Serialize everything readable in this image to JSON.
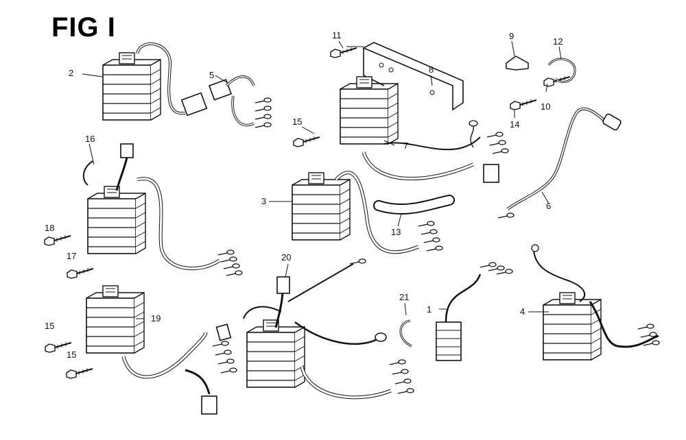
{
  "figure": {
    "title": "FIG I"
  },
  "callouts": [
    {
      "id": "c1",
      "label": "1"
    },
    {
      "id": "c2",
      "label": "2"
    },
    {
      "id": "c3",
      "label": "3"
    },
    {
      "id": "c4",
      "label": "4"
    },
    {
      "id": "c5",
      "label": "5"
    },
    {
      "id": "c6",
      "label": "6"
    },
    {
      "id": "c7",
      "label": "7"
    },
    {
      "id": "c8",
      "label": "8"
    },
    {
      "id": "c9",
      "label": "9"
    },
    {
      "id": "c10",
      "label": "10"
    },
    {
      "id": "c11",
      "label": "11"
    },
    {
      "id": "c12",
      "label": "12"
    },
    {
      "id": "c13",
      "label": "13"
    },
    {
      "id": "c14",
      "label": "14"
    },
    {
      "id": "c15a",
      "label": "15"
    },
    {
      "id": "c15b",
      "label": "15"
    },
    {
      "id": "c15c",
      "label": "15"
    },
    {
      "id": "c16",
      "label": "16"
    },
    {
      "id": "c17",
      "label": "17"
    },
    {
      "id": "c18",
      "label": "18"
    },
    {
      "id": "c19",
      "label": "19"
    },
    {
      "id": "c20",
      "label": "20"
    },
    {
      "id": "c21",
      "label": "21"
    }
  ]
}
